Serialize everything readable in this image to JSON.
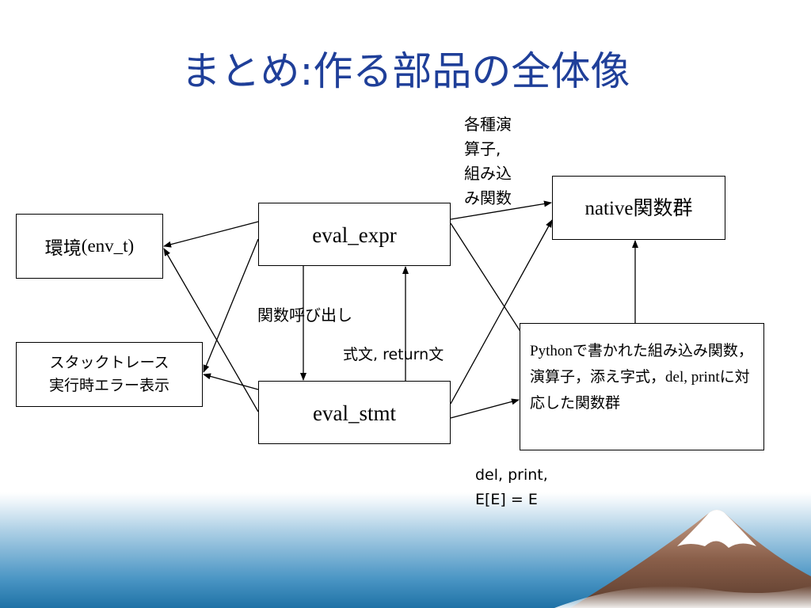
{
  "title": "まとめ:作る部品の全体像",
  "boxes": {
    "env_prefix": "環境",
    "env_suffix": "(env_t)",
    "trace_line1": "スタックトレース",
    "trace_line2": "実行時エラー表示",
    "eval_expr": "eval_expr",
    "eval_stmt": "eval_stmt",
    "native_prefix": "native",
    "native_suffix": "関数群",
    "python_p1": "Python",
    "python_p2": "で書かれた組み込み関数，演算子，添え字式，",
    "python_p3": "del, print",
    "python_p4": "に対応した関数群"
  },
  "labels": {
    "ops_line1": "各種演",
    "ops_line2": "算子,",
    "ops_line3": "組み込",
    "ops_line4": "み関数",
    "call": "関数呼び出し",
    "return_jp": "式文",
    "return_en": ", return",
    "return_jp2": "文",
    "del_line1": "del, print,",
    "del_line2": "E[E] = E"
  },
  "colors": {
    "title": "#1f3f99",
    "band_light": "#eef5fa",
    "band_dark": "#1f72a6",
    "mountain": "#8a5f4a",
    "snow": "#ffffff"
  }
}
